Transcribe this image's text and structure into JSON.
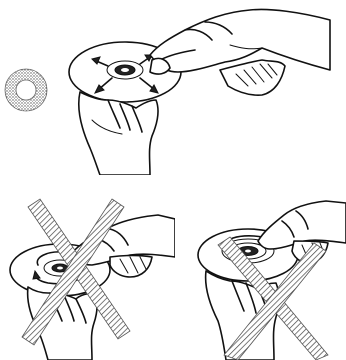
{
  "figure": {
    "panels": [
      {
        "id": "correct",
        "motion": "radial-wipe",
        "crossed_out": false,
        "arrows": 4
      },
      {
        "id": "wrong-circular",
        "motion": "circular-wipe",
        "crossed_out": true
      },
      {
        "id": "wrong-circular-2",
        "motion": "circular-wipe",
        "crossed_out": true
      }
    ],
    "icons": {
      "ring_symbol": "stippled-ring-icon",
      "cross_symbol": "hatched-x-icon"
    },
    "colors": {
      "ink": "#111111",
      "background": "#ffffff",
      "stipple": "#555555"
    }
  }
}
